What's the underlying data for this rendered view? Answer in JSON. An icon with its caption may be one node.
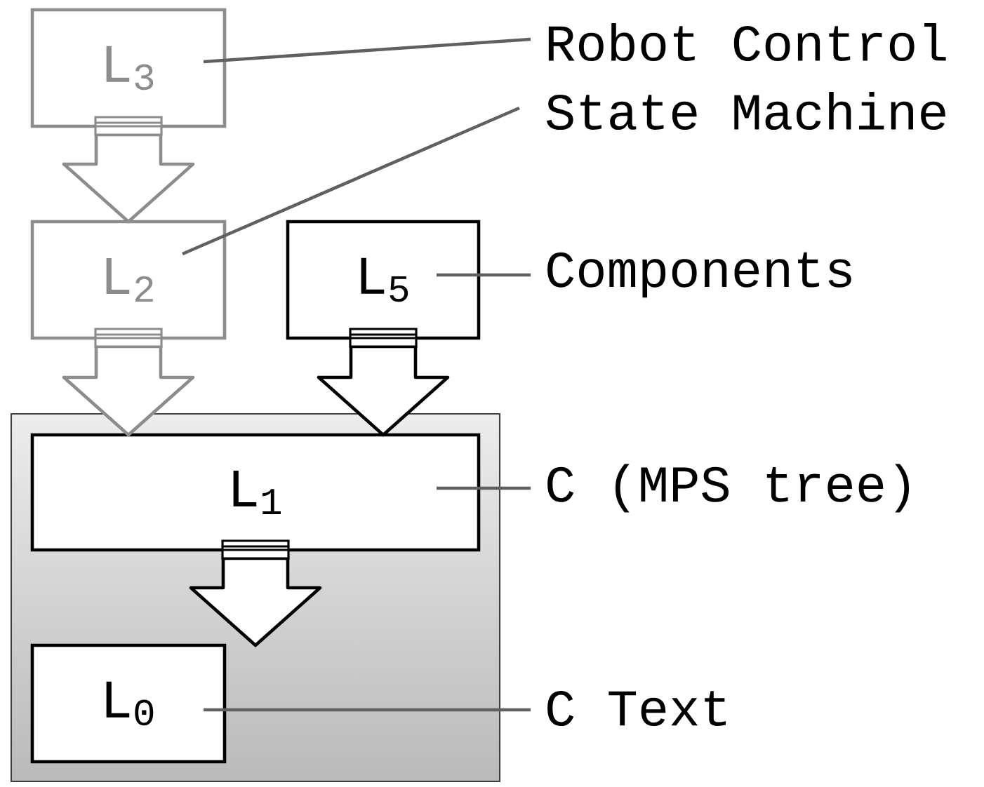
{
  "diagram": {
    "nodes": [
      {
        "text": [
          "L$_{3}$"
        ]
      },
      {
        "text": [
          "Robot Control"
        ]
      },
      {
        "text": [
          "L$_{2}$"
        ]
      },
      {
        "text": [
          "State Machine"
        ]
      },
      {
        "text": [
          "L$_{5}$"
        ]
      },
      {
        "text": [
          "Components"
        ]
      },
      {
        "text": [],
        "shape": "box"
      },
      {
        "text": [
          "L$_{1}$"
        ],
        "in": 6
      },
      {
        "text": [
          "C (MPS tree)"
        ]
      },
      {
        "text": [
          "L$_{0}$"
        ],
        "in": 6
      },
      {
        "text": [
          "C Text"
        ]
      }
    ],
    "edges": [
      {
        "from": 0,
        "to": 2,
        "arrow": "to",
        "color": "#8c8c8c"
      },
      {
        "from": 2,
        "to": 7,
        "arrow": "to",
        "color": "#8c8c8c"
      },
      {
        "from": 4,
        "to": 7,
        "arrow": "to",
        "color": "#000000"
      },
      {
        "from": 7,
        "to": 9,
        "arrow": "to",
        "color": "#000000"
      },
      {
        "from": 1,
        "to": 0,
        "arrow": "none",
        "color": "#606060"
      },
      {
        "from": 3,
        "to": 2,
        "arrow": "none",
        "color": "#606060"
      },
      {
        "from": 5,
        "to": 4,
        "arrow": "none",
        "color": "#606060"
      },
      {
        "from": 8,
        "to": 7,
        "arrow": "none",
        "color": "#606060"
      },
      {
        "from": 10,
        "to": 9,
        "arrow": "none",
        "color": "#606060"
      }
    ]
  }
}
